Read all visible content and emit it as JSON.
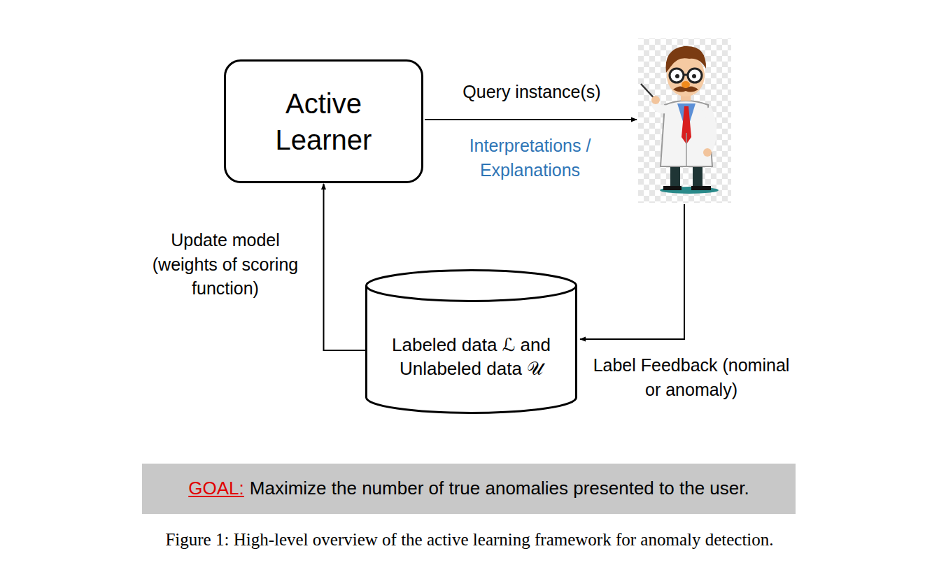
{
  "diagram": {
    "caption": "Figure 1: High-level overview of the active learning framework for anomaly detection.",
    "nodes": [
      {
        "text": [
          "Active Learner"
        ]
      },
      {
        "text": [
          "Labeled data ℒ and Unlabeled data 𝒰"
        ]
      }
    ],
    "edges": [
      {
        "from": 1,
        "to": 0,
        "arrow": "to",
        "label": "Update model (weights of scoring function)"
      }
    ],
    "labels": [
      "Query instance(s)",
      "Interpretations / Explanations",
      "Label Feedback (nominal or anomaly)",
      "GOAL:",
      "Maximize the number of true anomalies presented to the user."
    ]
  }
}
